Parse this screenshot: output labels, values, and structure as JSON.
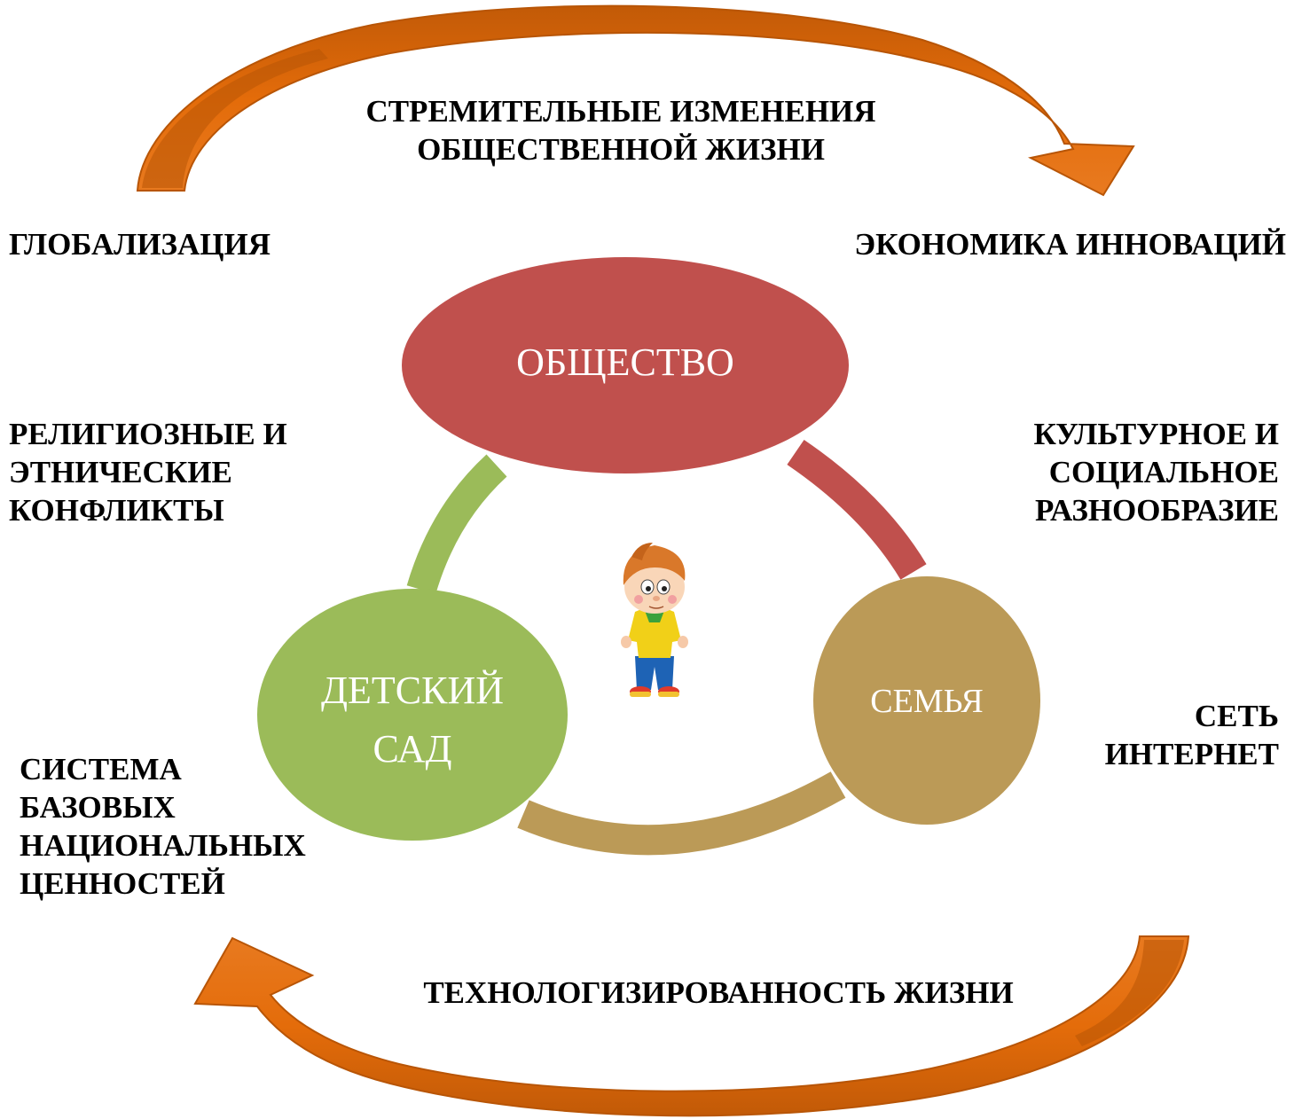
{
  "factors": {
    "top": [
      "СТРЕМИТЕЛЬНЫЕ ИЗМЕНЕНИЯ",
      "ОБЩЕСТВЕННОЙ ЖИЗНИ"
    ],
    "globalization": [
      "ГЛОБАЛИЗАЦИЯ"
    ],
    "economy": [
      "ЭКОНОМИКА ИННОВАЦИЙ"
    ],
    "religion": [
      "РЕЛИГИОЗНЫЕ И",
      "ЭТНИЧЕСКИЕ",
      "КОНФЛИКТЫ"
    ],
    "culture": [
      "КУЛЬТУРНОЕ И",
      "СОЦИАЛЬНОЕ",
      "РАЗНООБРАЗИЕ"
    ],
    "internet": [
      "СЕТЬ",
      "ИНТЕРНЕТ"
    ],
    "values": [
      "СИСТЕМА",
      "БАЗОВЫХ",
      "НАЦИОНАЛЬНЫХ",
      "ЦЕННОСТЕЙ"
    ],
    "technology": [
      "ТЕХНОЛОГИЗИРОВАННОСТЬ ЖИЗНИ"
    ]
  },
  "nodes": {
    "society": {
      "lines": [
        "ОБЩЕСТВО"
      ],
      "color": "#c0504d"
    },
    "kindergarten": {
      "lines": [
        "ДЕТСКИЙ",
        "САД"
      ],
      "color": "#9bbb59"
    },
    "family": {
      "lines": [
        "СЕМЬЯ"
      ],
      "color": "#bb9a57"
    }
  },
  "colors": {
    "arrow_main": "#e46c0a",
    "arrow_shade": "#b85506",
    "connector_society": "#c0504d",
    "connector_kindergarten": "#9bbb59",
    "connector_family": "#bb9a57"
  },
  "icons": {
    "center": "child-figure-icon",
    "cycle": "curved-arrow-icon"
  }
}
